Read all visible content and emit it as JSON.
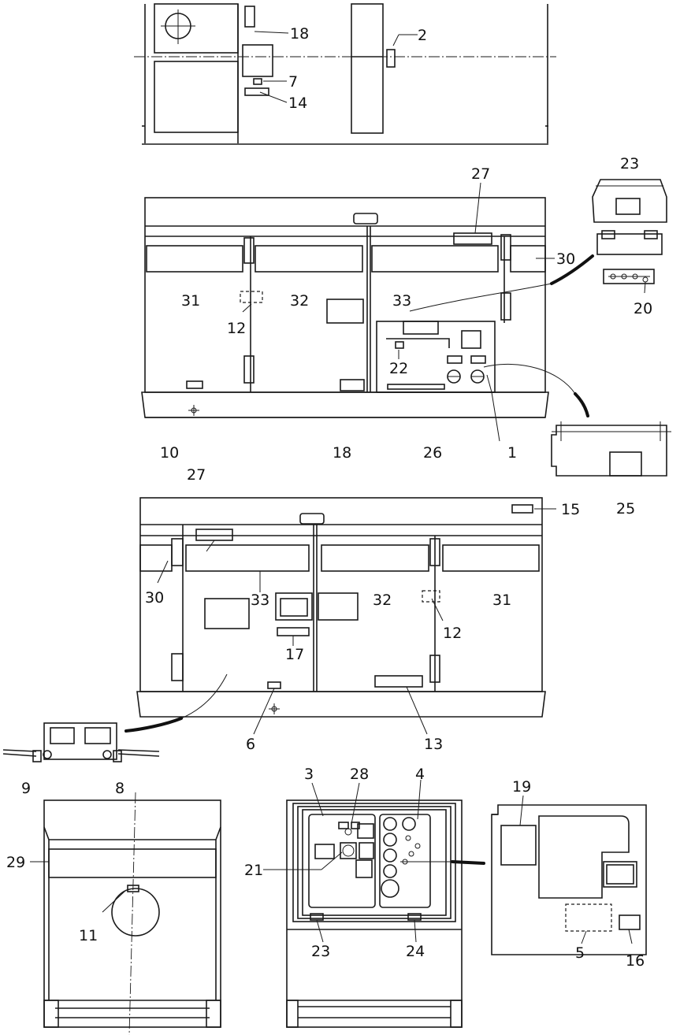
{
  "labels": {
    "n1": "1",
    "n2": "2",
    "n3": "3",
    "n4": "4",
    "n5": "5",
    "n6": "6",
    "n7": "7",
    "n8": "8",
    "n9": "9",
    "n10": "10",
    "n11": "11",
    "n12a": "12",
    "n12b": "12",
    "n13": "13",
    "n14": "14",
    "n15": "15",
    "n16": "16",
    "n17": "17",
    "n18a": "18",
    "n18b": "18",
    "n19": "19",
    "n20": "20",
    "n21": "21",
    "n22": "22",
    "n23a": "23",
    "n23b": "23",
    "n24": "24",
    "n25": "25",
    "n26": "26",
    "n27a": "27",
    "n27b": "27",
    "n28": "28",
    "n29": "29",
    "n30a": "30",
    "n30b": "30",
    "n31a": "31",
    "n31b": "31",
    "n32a": "32",
    "n32b": "32",
    "n33a": "33",
    "n33b": "33"
  }
}
